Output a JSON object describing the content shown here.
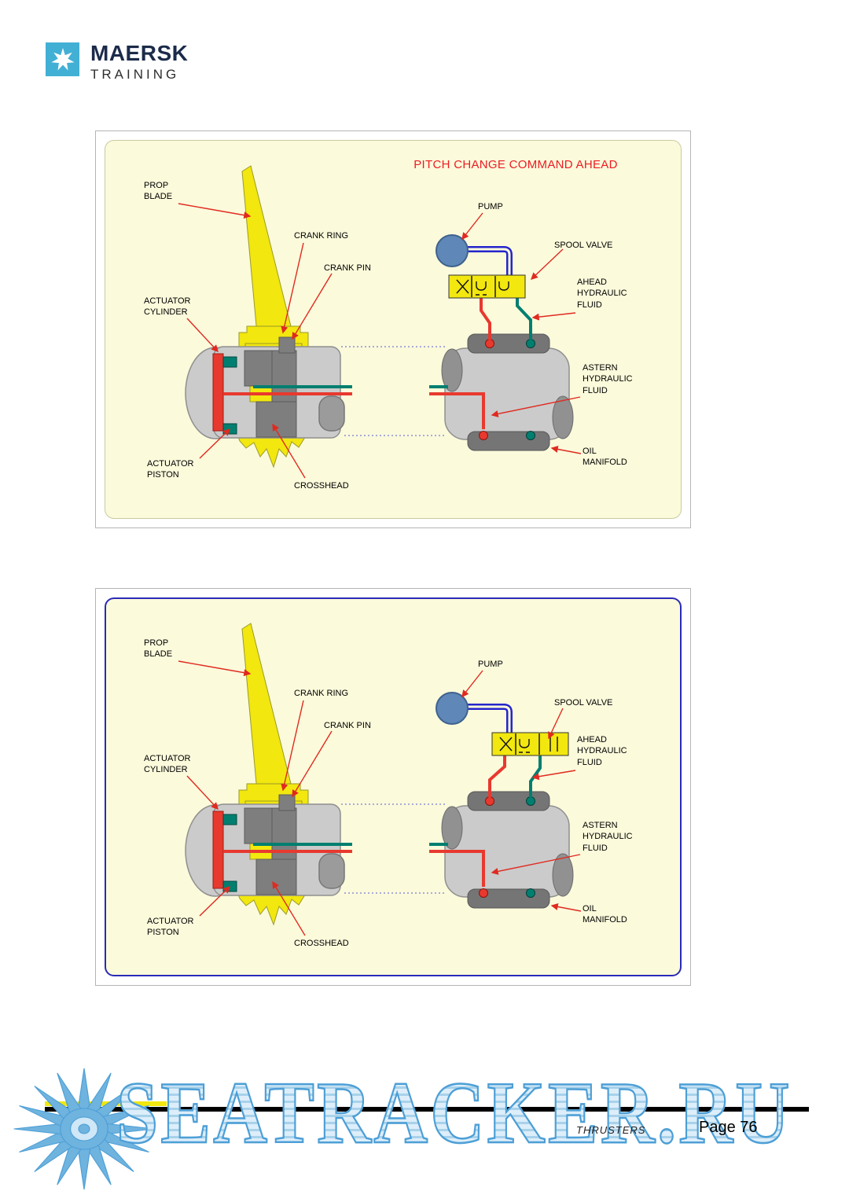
{
  "brand": {
    "name": "MAERSK",
    "division": "TRAINING"
  },
  "diagram1": {
    "title": "PITCH CHANGE COMMAND AHEAD"
  },
  "labels": {
    "prop_blade": "PROP\nBLADE",
    "crank_ring": "CRANK RING",
    "crank_pin": "CRANK PIN",
    "actuator_cylinder": "ACTUATOR\nCYLINDER",
    "actuator_piston": "ACTUATOR\nPISTON",
    "crosshead": "CROSSHEAD",
    "pump": "PUMP",
    "spool_valve": "SPOOL VALVE",
    "ahead_hydraulic_fluid": "AHEAD\nHYDRAULIC\nFLUID",
    "astern_hydraulic_fluid": "ASTERN\nHYDRAULIC\nFLUID",
    "oil_manifold": "OIL\nMANIFOLD"
  },
  "footer": {
    "doc_title": "THRUSTERS",
    "page": "Page 76",
    "watermark": "SEATRACKER.RU"
  },
  "colors": {
    "panel-bg": "#FBFADB",
    "yellow": "#F2E70E",
    "red": "#E8392F",
    "teal": "#007F70",
    "blue": "#2525CC",
    "arrow": "#E02A20",
    "title-red": "#EC1C24",
    "maersk-blue": "#42B0D5",
    "watermark-blue": "#4D9FD6"
  }
}
